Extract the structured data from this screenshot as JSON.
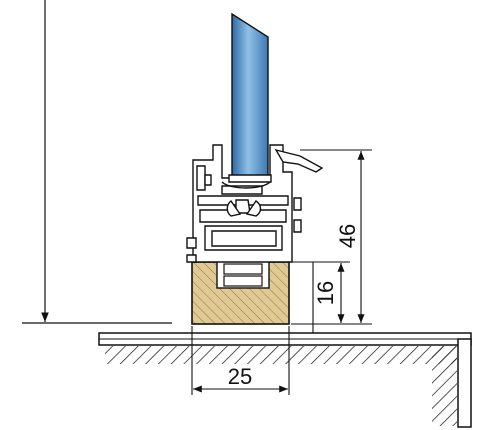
{
  "dimensions": {
    "width_label": "25",
    "total_height_label": "46",
    "base_height_label": "16"
  },
  "colors": {
    "glass": "#5b92c4",
    "wood": "#e1c993",
    "line": "#111111",
    "background": "#ffffff"
  }
}
